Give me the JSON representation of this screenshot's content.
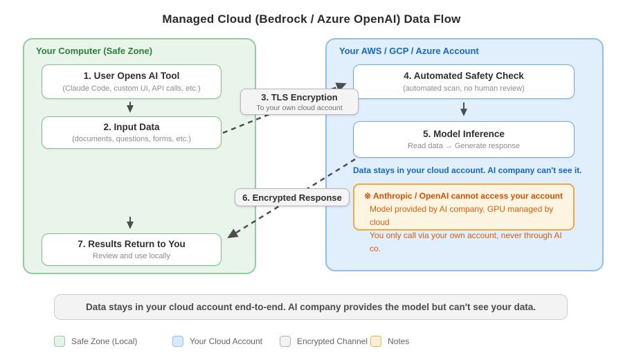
{
  "title": "Managed Cloud (Bedrock / Azure OpenAI) Data Flow",
  "safe_zone": {
    "label": "Your Computer (Safe Zone)",
    "nodes": [
      {
        "title": "1. User Opens AI Tool",
        "subtitle": "(Claude Code, custom UI, API calls, etc.)"
      },
      {
        "title": "2. Input Data",
        "subtitle": "(documents, questions, forms, etc.)"
      },
      {
        "title": "7. Results Return to You",
        "subtitle": "Review and use locally"
      }
    ]
  },
  "cloud_zone": {
    "label": "Your AWS / GCP / Azure Account",
    "nodes": [
      {
        "title": "4. Automated Safety Check",
        "subtitle": "(automated scan, no human review)"
      },
      {
        "title": "5. Model Inference",
        "subtitle": "Read data → Generate response"
      }
    ],
    "caption": "Data stays in your cloud account. AI company can't see it.",
    "notes": {
      "heading": "※ Anthropic / OpenAI cannot access your account",
      "lines": [
        "Model provided by AI company, GPU managed by cloud",
        "You only call via your own account, never through AI co."
      ]
    }
  },
  "channels": [
    {
      "title": "3. TLS Encryption",
      "subtitle": "To your own cloud account"
    },
    {
      "title": "6. Encrypted Response"
    }
  ],
  "banner": "Data stays in your cloud account end-to-end. AI company provides the model but can't see your data.",
  "legend": [
    {
      "label": "Safe Zone (Local)",
      "fill": "#e6f3e9",
      "border": "#98cba1"
    },
    {
      "label": "Your Cloud Account",
      "fill": "#d8eafc",
      "border": "#90c2ec"
    },
    {
      "label": "Encrypted Channel",
      "fill": "#f2f2f2",
      "border": "#b3b3b3"
    },
    {
      "label": "Notes",
      "fill": "#fdf0d7",
      "border": "#eeb24a"
    }
  ],
  "colors": {
    "safe_zone_bg": "#e9f4eb",
    "safe_zone_border": "#94cb9e",
    "safe_zone_label": "#2c8038",
    "cloud_zone_bg": "#e1eefb",
    "cloud_zone_border": "#8fc0ea",
    "cloud_zone_label": "#1668c1",
    "notes_bg": "#fdf5e1",
    "notes_border": "#f0a843",
    "notes_text": "#d85f0d",
    "arrow": "#4d4d4d"
  }
}
